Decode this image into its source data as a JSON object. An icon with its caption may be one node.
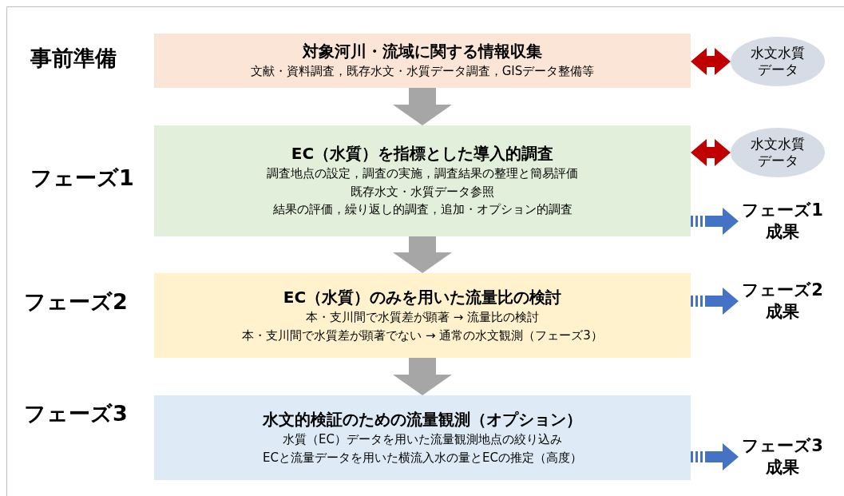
{
  "diagram": {
    "nodes": [
      {
        "text": [
          "対象河川・流域に関する情報収集",
          "文献・資料調査，既存水文・水質データ調査，GISデータ整備等"
        ]
      },
      {
        "text": [
          "水文水質データ"
        ]
      },
      {
        "text": [
          "EC（水質）を指標とした導入的調査",
          "調査地点の設定，調査の実施，調査結果の整理と簡易評価",
          "既存水文・水質データ参照",
          "結果の評価，繰り返し的調査，追加・オプション的調査"
        ]
      },
      {
        "text": [
          "水文水質データ"
        ]
      },
      {
        "text": [
          "フェーズ1成果"
        ]
      },
      {
        "text": [
          "EC（水質）のみを用いた流量比の検討",
          "本・支川間で水質差が顕著 → 流量比の検討",
          "本・支川間で水質差が顕著でない → 通常の水文観測（フェーズ3）"
        ]
      },
      {
        "text": [
          "フェーズ2成果"
        ]
      },
      {
        "text": [
          "水文的検証のための流量観測（オプション）",
          "水質（EC）データを用いた流量観測地点の絞り込み",
          "ECと流量データを用いた横流入水の量とECの推定（高度）"
        ]
      },
      {
        "text": [
          "フェーズ3成果"
        ]
      }
    ],
    "edges": [
      {
        "from": 0,
        "to": 1,
        "arrow": "both",
        "color": "#c00000"
      },
      {
        "from": 2,
        "to": 3,
        "arrow": "both",
        "color": "#c00000"
      },
      {
        "from": 2,
        "to": 4,
        "arrow": "to",
        "style": "dashed",
        "color": "#4472c4"
      },
      {
        "from": 5,
        "to": 6,
        "arrow": "to",
        "style": "dashed",
        "color": "#4472c4"
      },
      {
        "from": 7,
        "to": 8,
        "arrow": "to",
        "style": "dashed",
        "color": "#4472c4"
      },
      {
        "from": 0,
        "to": 2,
        "arrow": "to",
        "style": "thick",
        "color": "#a6a6a6"
      },
      {
        "from": 2,
        "to": 5,
        "arrow": "to",
        "style": "thick",
        "color": "#a6a6a6"
      },
      {
        "from": 5,
        "to": 7,
        "arrow": "to",
        "style": "thick",
        "color": "#a6a6a6"
      }
    ],
    "labels": [
      "事前準備",
      "フェーズ1",
      "フェーズ2",
      "フェーズ3"
    ]
  }
}
